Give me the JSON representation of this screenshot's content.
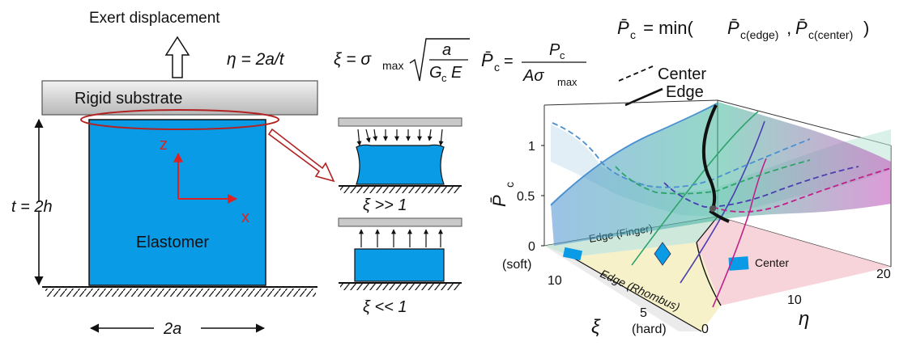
{
  "left": {
    "exert_label": "Exert displacement",
    "substrate_label": "Rigid substrate",
    "elastomer_label": "Elastomer",
    "axis_z": "z",
    "axis_x": "x",
    "thickness_label": "t = 2h",
    "width_label": "2a"
  },
  "formulas": {
    "eta": "η = 2a/t",
    "xi_lhs": "ξ = σ",
    "xi_sub": "max",
    "xi_num": "a",
    "xi_den_g": "G",
    "xi_den_c": "c",
    "xi_den_e": "E",
    "pc_lhs": "P̄",
    "pc_sub": "c",
    "pc_num": "P",
    "pc_num_sub": "c",
    "pc_den": "Aσ",
    "pc_den_sub": "max"
  },
  "middle": {
    "regime_large": "ξ >> 1",
    "regime_small": "ξ << 1"
  },
  "right": {
    "min_formula_lhs": "P̄",
    "min_formula_sub": "c",
    "min_formula_mid": " = min(",
    "min_formula_edge": "P̄",
    "min_formula_edge_sub": "c(edge)",
    "min_formula_sep": " , ",
    "min_formula_center": "P̄",
    "min_formula_center_sub": "c(center)",
    "min_formula_close": ")",
    "legend": [
      {
        "label": "Center",
        "style": "dashed"
      },
      {
        "label": "Edge",
        "style": "solid"
      }
    ],
    "z_axis_label": "P̄",
    "z_axis_sub": "c",
    "z_ticks": [
      "0",
      "0.5",
      "1"
    ],
    "xi_axis_label": "ξ",
    "xi_ticks": [
      "10",
      "5",
      "0"
    ],
    "xi_soft": "(soft)",
    "xi_hard": "(hard)",
    "eta_axis_label": "η",
    "eta_ticks": [
      "10",
      "20"
    ],
    "region_finger": "Edge (Finger)",
    "region_rhombus": "Edge (Rhombus)",
    "region_center": "Center",
    "colors": {
      "elastomer": "#0a9be6",
      "highlight": "#b22222",
      "center_region": "#f6cfd6",
      "rhombus_region": "#f6f0c4",
      "finger_region": "#c7e4d6"
    }
  }
}
